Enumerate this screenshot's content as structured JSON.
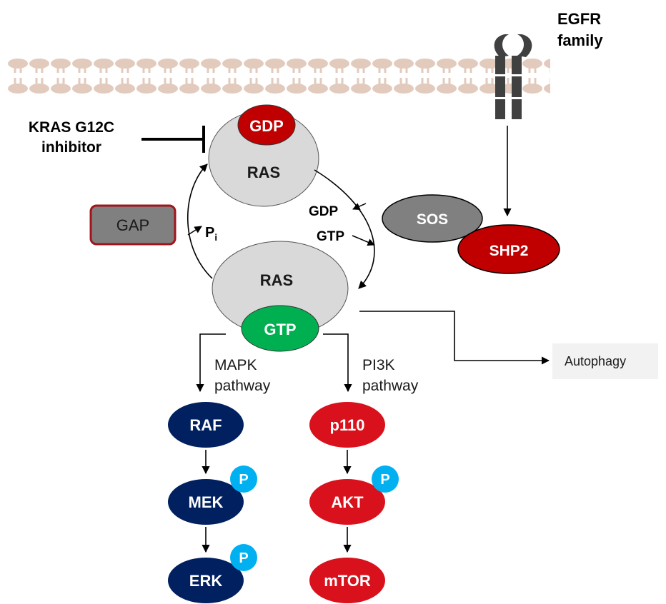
{
  "colors": {
    "membrane": "#e2cbbd",
    "receptor": "#404040",
    "ras": "#d9d9d9",
    "gdp": "#c00000",
    "gtp": "#00b050",
    "gap_fill": "#808080",
    "gap_border": "#a0151a",
    "sos": "#808080",
    "shp2": "#c00000",
    "mapk": "#002060",
    "pi3k": "#d9111c",
    "phospho": "#00b0f0",
    "autophagy_bg": "#f2f2f2"
  },
  "receptor": {
    "line1": "EGFR",
    "line2": "family"
  },
  "inhibitor": {
    "line1": "KRAS G12C",
    "line2": "inhibitor"
  },
  "ras_gdp": {
    "ras": "RAS",
    "nucleotide": "GDP"
  },
  "ras_gtp": {
    "ras": "RAS",
    "nucleotide": "GTP"
  },
  "gap": "GAP",
  "pi": {
    "main": "P",
    "sub": "i"
  },
  "exchange": {
    "gdp_out": "GDP",
    "gtp_in": "GTP"
  },
  "sos": "SOS",
  "shp2": "SHP2",
  "autophagy": "Autophagy",
  "mapk_label": {
    "line1": "MAPK",
    "line2": "pathway"
  },
  "pi3k_label": {
    "line1": "PI3K",
    "line2": "pathway"
  },
  "mapk_nodes": [
    {
      "label": "RAF",
      "phospho": false
    },
    {
      "label": "MEK",
      "phospho": true
    },
    {
      "label": "ERK",
      "phospho": true
    }
  ],
  "pi3k_nodes": [
    {
      "label": "p110",
      "phospho": false
    },
    {
      "label": "AKT",
      "phospho": true
    },
    {
      "label": "mTOR",
      "phospho": false
    }
  ],
  "phospho_label": "P"
}
